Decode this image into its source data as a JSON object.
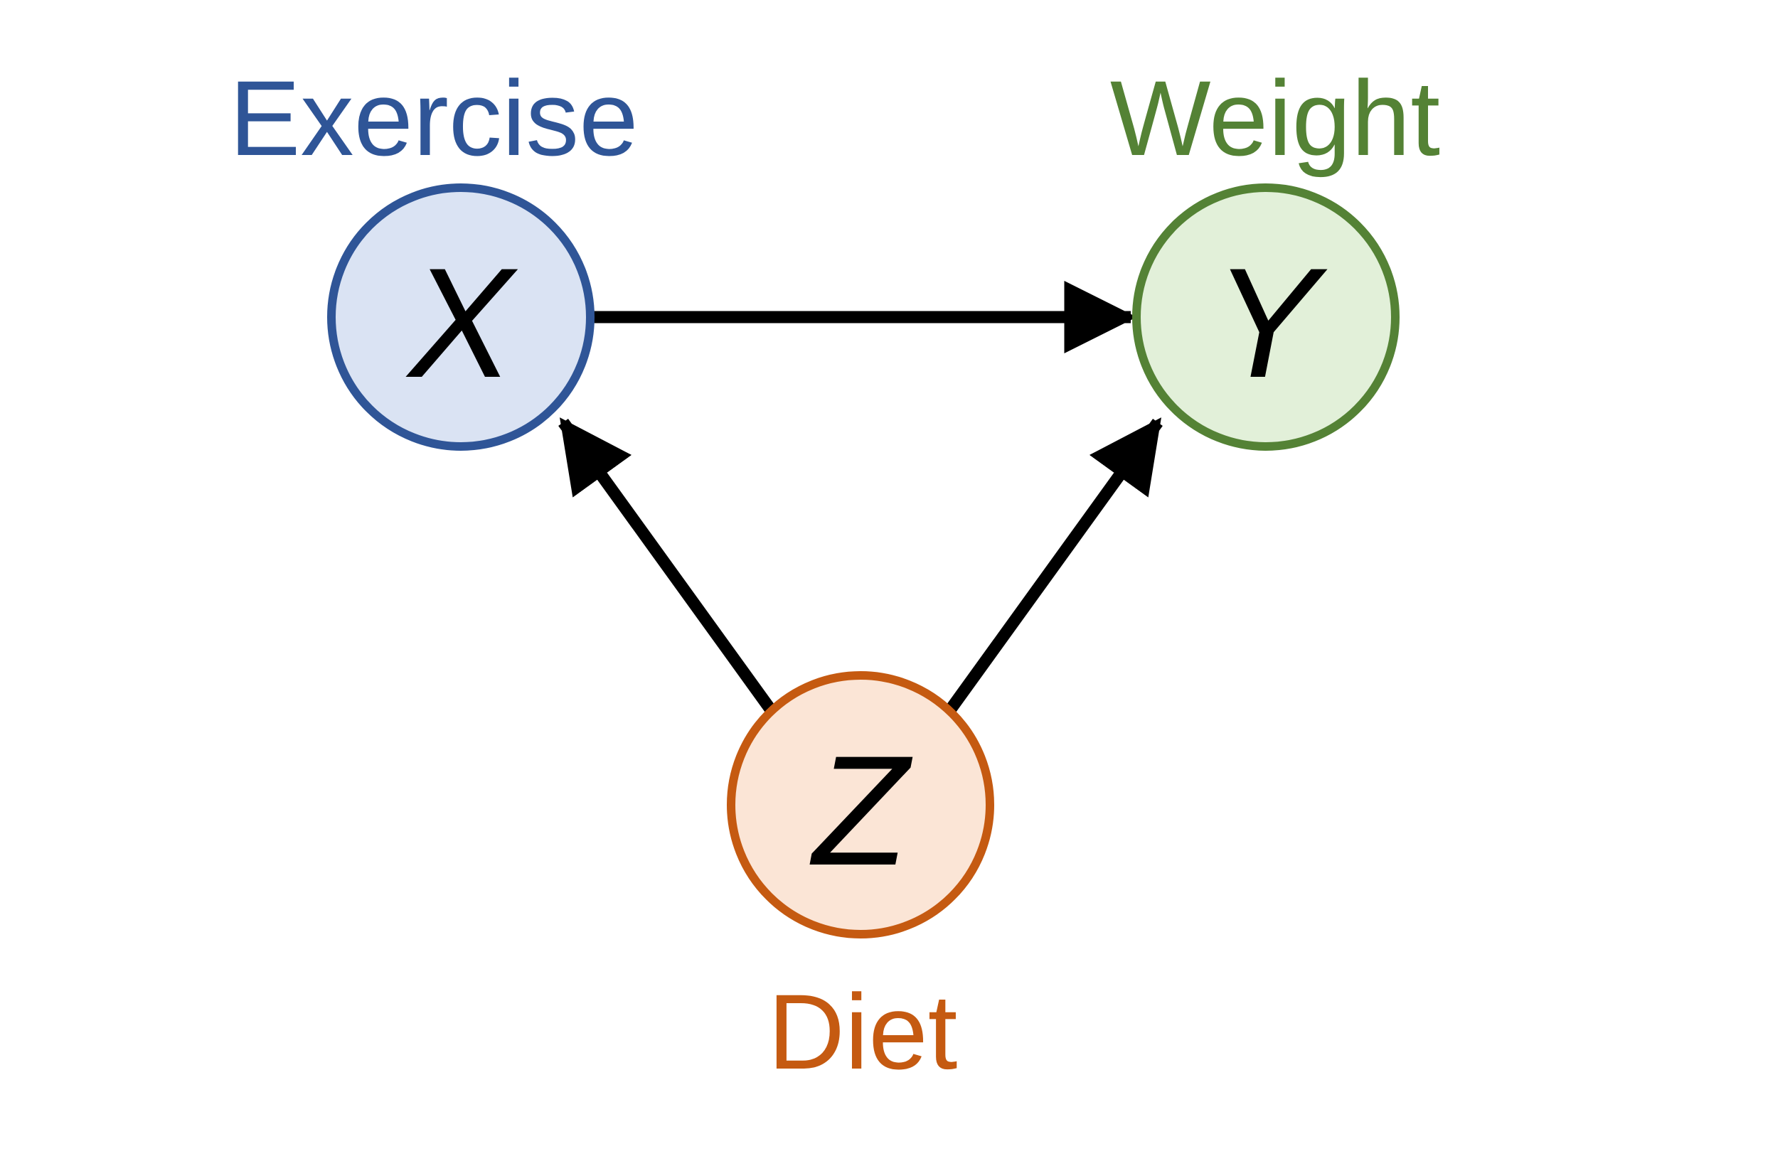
{
  "nodes": {
    "x": {
      "symbol": "X",
      "label": "Exercise",
      "stroke": "#2f5597",
      "fill": "#dae3f3",
      "label_color": "#2f5597"
    },
    "y": {
      "symbol": "Y",
      "label": "Weight",
      "stroke": "#548235",
      "fill": "#e2f0d9",
      "label_color": "#548235"
    },
    "z": {
      "symbol": "Z",
      "label": "Diet",
      "stroke": "#c55a11",
      "fill": "#fbe5d6",
      "label_color": "#c55a11"
    }
  },
  "edges": [
    {
      "from": "X",
      "to": "Y"
    },
    {
      "from": "Z",
      "to": "X"
    },
    {
      "from": "Z",
      "to": "Y"
    }
  ],
  "edge_color": "#000000"
}
